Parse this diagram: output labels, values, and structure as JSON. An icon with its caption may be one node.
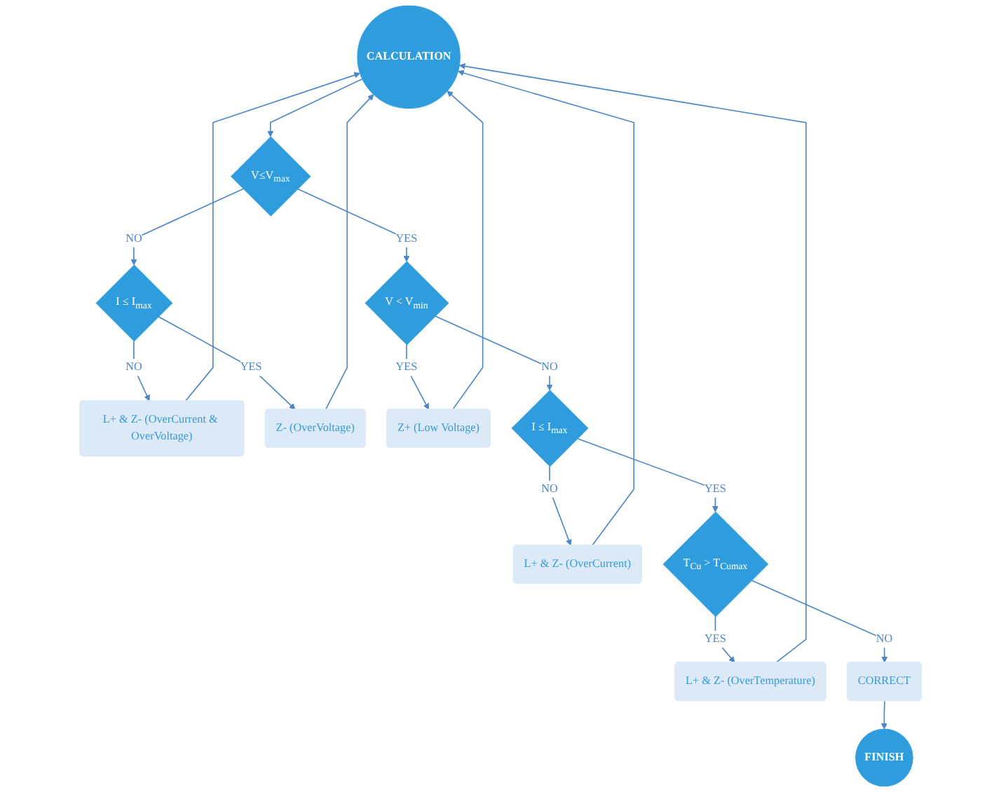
{
  "diagram": {
    "nodes": [
      {
        "text": [
          "CALCULATION"
        ]
      },
      {
        "text": [
          "V≤V$_{max}$"
        ]
      },
      {
        "text": [
          "I ≤ I$_{max}$"
        ]
      },
      {
        "text": [
          "L+ & Z- (OverCurrent & OverVoltage)"
        ]
      },
      {
        "text": [
          "Z- (OverVoltage)"
        ]
      },
      {
        "text": [
          "V < V$_{min}$"
        ]
      },
      {
        "text": [
          "Z+ (Low Voltage)"
        ]
      },
      {
        "text": [
          "I ≤ I$_{max}$"
        ]
      },
      {
        "text": [
          "L+ & Z- (OverCurrent)"
        ]
      },
      {
        "text": [
          "T$_{Cu}$ > T$_{Cumax}$"
        ]
      },
      {
        "text": [
          "L+ & Z- (OverTemperature)"
        ]
      },
      {
        "text": [
          "CORRECT"
        ]
      },
      {
        "text": [
          "FINISH"
        ]
      }
    ],
    "edges": [
      {
        "from": 0,
        "to": 1,
        "arrow": "to"
      },
      {
        "from": 1,
        "to": 2,
        "arrow": "to",
        "label": "NO"
      },
      {
        "from": 2,
        "to": 3,
        "arrow": "to",
        "label": "NO"
      },
      {
        "from": 2,
        "to": 4,
        "arrow": "to",
        "label": "YES"
      },
      {
        "from": 1,
        "to": 5,
        "arrow": "to",
        "label": "YES"
      },
      {
        "from": 5,
        "to": 6,
        "arrow": "to",
        "label": "YES"
      },
      {
        "from": 5,
        "to": 7,
        "arrow": "to",
        "label": "NO"
      },
      {
        "from": 7,
        "to": 8,
        "arrow": "to",
        "label": "NO"
      },
      {
        "from": 7,
        "to": 9,
        "arrow": "to",
        "label": "YES"
      },
      {
        "from": 9,
        "to": 10,
        "arrow": "to",
        "label": "YES"
      },
      {
        "from": 9,
        "to": 11,
        "arrow": "to",
        "label": "NO"
      },
      {
        "from": 11,
        "to": 12,
        "arrow": "to"
      },
      {
        "from": 6,
        "to": 0,
        "arrow": "to"
      },
      {
        "from": 8,
        "to": 0,
        "arrow": "to"
      },
      {
        "from": 10,
        "to": 0,
        "arrow": "to"
      },
      {
        "from": 4,
        "to": 0,
        "arrow": "to"
      },
      {
        "from": 3,
        "to": 0,
        "arrow": "to"
      }
    ]
  }
}
